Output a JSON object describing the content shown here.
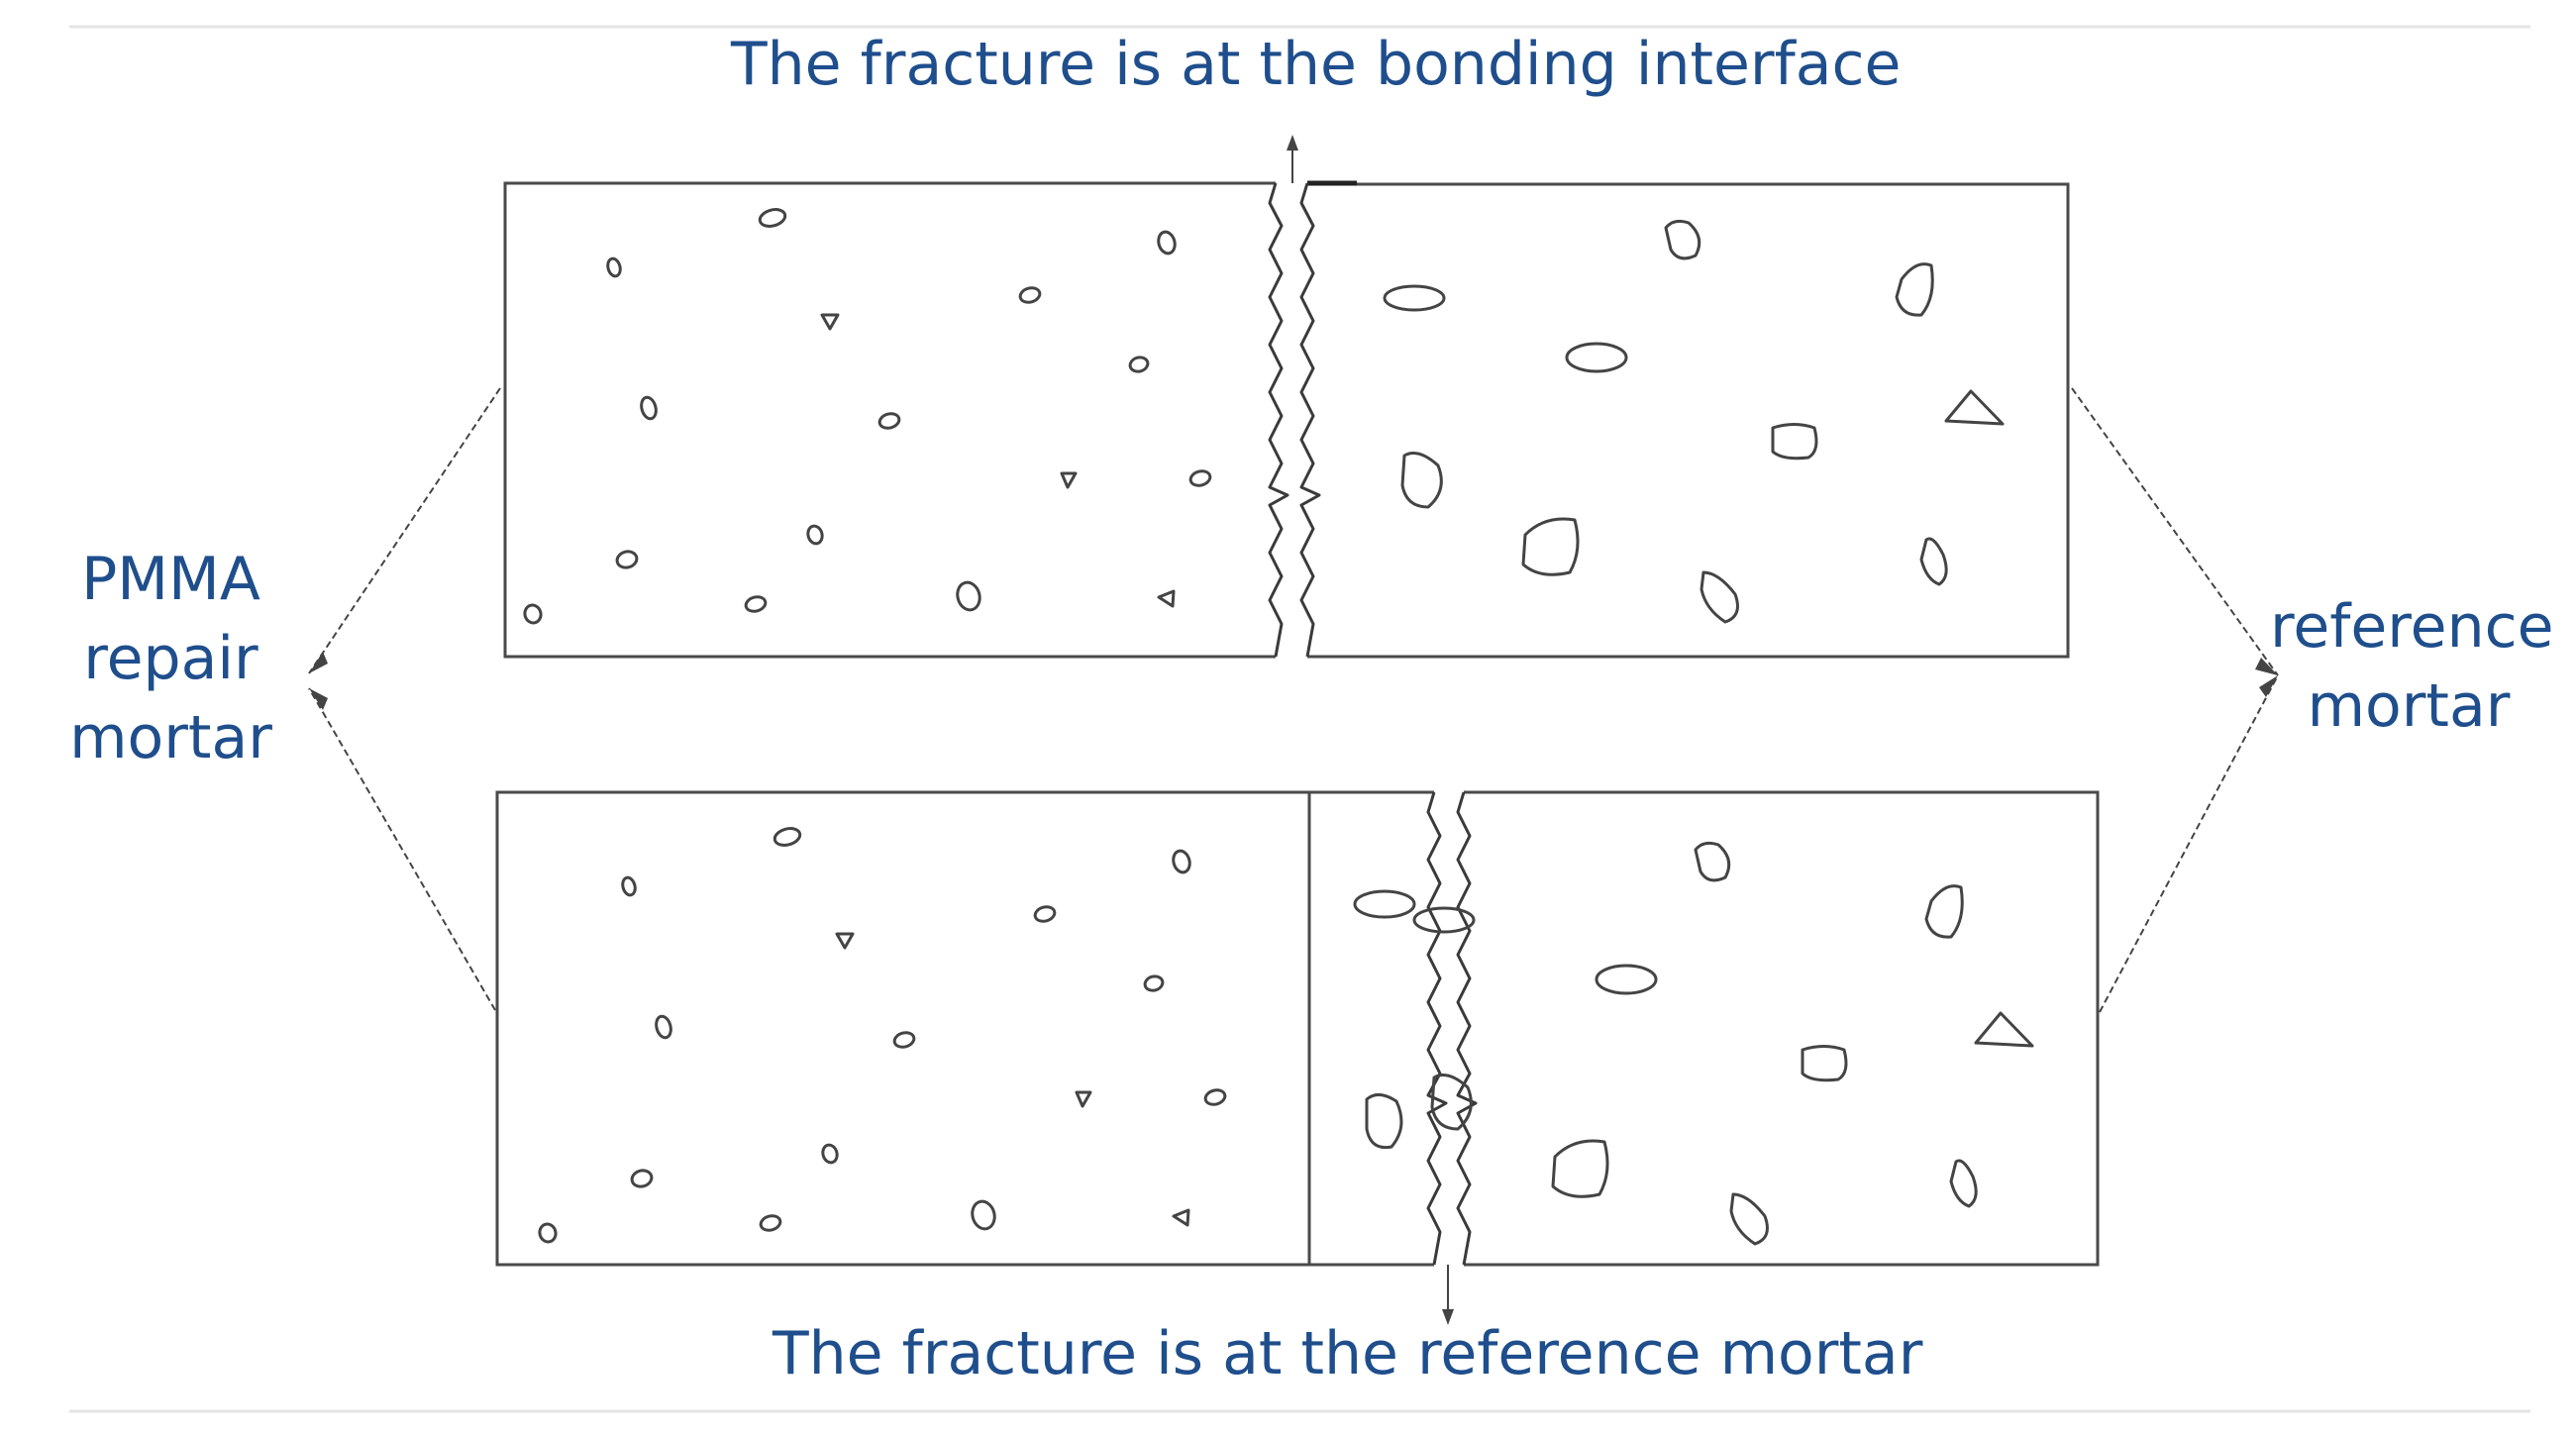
{
  "captions": {
    "top": "The fracture is at the bonding interface",
    "bottom": "The fracture is at the reference mortar"
  },
  "labels": {
    "left": [
      "PMMA",
      "repair",
      "mortar"
    ],
    "right": [
      "reference",
      "mortar"
    ]
  },
  "colors": {
    "text": "#1f4e8c",
    "line": "#4a4a4a",
    "rule": "#e4e4e4"
  }
}
